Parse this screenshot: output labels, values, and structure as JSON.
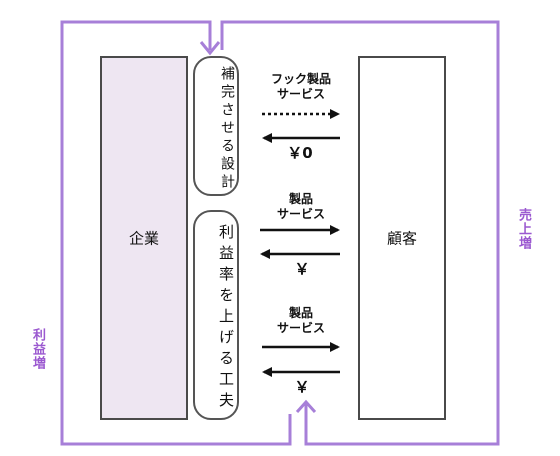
{
  "company": {
    "label": "企業"
  },
  "customer": {
    "label": "顧客"
  },
  "strategies": [
    {
      "label": "補完させる設計"
    },
    {
      "label": "利益率を上げる工夫"
    }
  ],
  "flows": [
    {
      "product_label": "フック製品",
      "service_label": "サービス",
      "price_label": "￥0",
      "product_arrow": "dotted"
    },
    {
      "product_label": "製品",
      "service_label": "サービス",
      "price_label": "￥",
      "product_arrow": "solid"
    },
    {
      "product_label": "製品",
      "service_label": "サービス",
      "price_label": "￥",
      "product_arrow": "solid"
    }
  ],
  "loops": [
    {
      "label": "利益増",
      "color": "#9b59d0"
    },
    {
      "label": "売上増",
      "color": "#9b59d0"
    }
  ]
}
